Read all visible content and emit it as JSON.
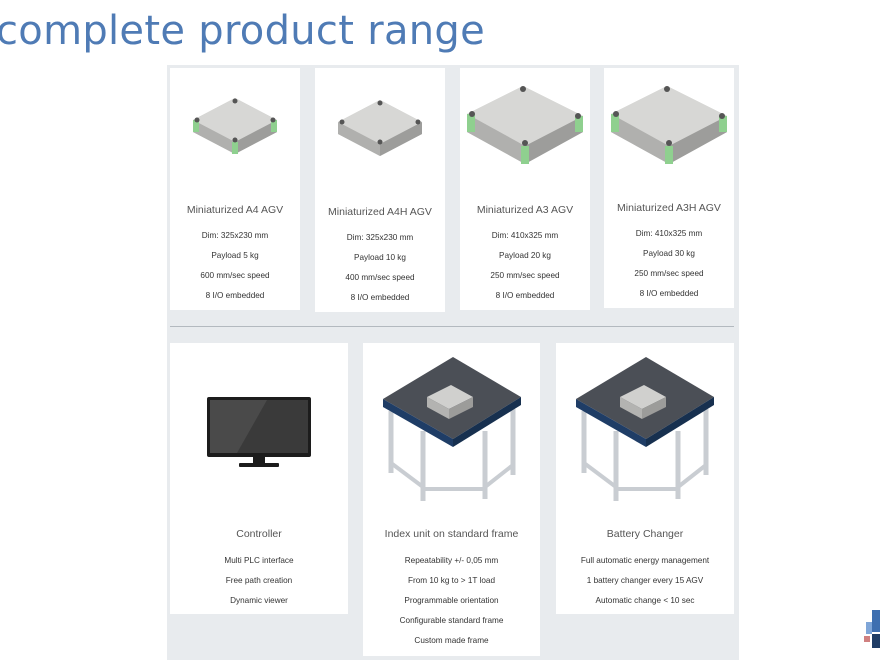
{
  "slide": {
    "title": "complete product range"
  },
  "agvs": [
    {
      "name": "Miniaturized A4 AGV",
      "specs": [
        "Dim: 325x230 mm",
        "Payload 5 kg",
        "600 mm/sec speed",
        "8 I/O embedded"
      ],
      "icon": "agv-small-icon"
    },
    {
      "name": "Miniaturized A4H AGV",
      "specs": [
        "Dim: 325x230 mm",
        "Payload 10 kg",
        "400 mm/sec speed",
        "8 I/O embedded"
      ],
      "icon": "agv-small-icon"
    },
    {
      "name": "Miniaturized A3 AGV",
      "specs": [
        "Dim: 410x325 mm",
        "Payload 20 kg",
        "250 mm/sec speed",
        "8 I/O embedded"
      ],
      "icon": "agv-large-icon"
    },
    {
      "name": "Miniaturized A3H AGV",
      "specs": [
        "Dim: 410x325 mm",
        "Payload 30 kg",
        "250 mm/sec speed",
        "8 I/O embedded"
      ],
      "icon": "agv-large-icon"
    }
  ],
  "systems": [
    {
      "name": "Controller",
      "specs": [
        "Multi PLC interface",
        "Free path creation",
        "Dynamic viewer"
      ],
      "icon": "monitor-icon"
    },
    {
      "name": "Index unit on standard frame",
      "specs": [
        "Repeatability +/- 0,05 mm",
        "From 10 kg to > 1T load",
        "Programmable orientation",
        "Configurable standard frame",
        "Custom made frame"
      ],
      "icon": "index-frame-icon"
    },
    {
      "name": "Battery Changer",
      "specs": [
        "Full automatic energy management",
        "1 battery changer every 15 AGV",
        "Automatic change < 10 sec"
      ],
      "icon": "battery-changer-frame-icon"
    }
  ],
  "colors": {
    "title": "#4f7bb5",
    "panel": "#e8ebee",
    "agv_green": "#8fd08f",
    "frame_blue": "#1f3d66"
  }
}
